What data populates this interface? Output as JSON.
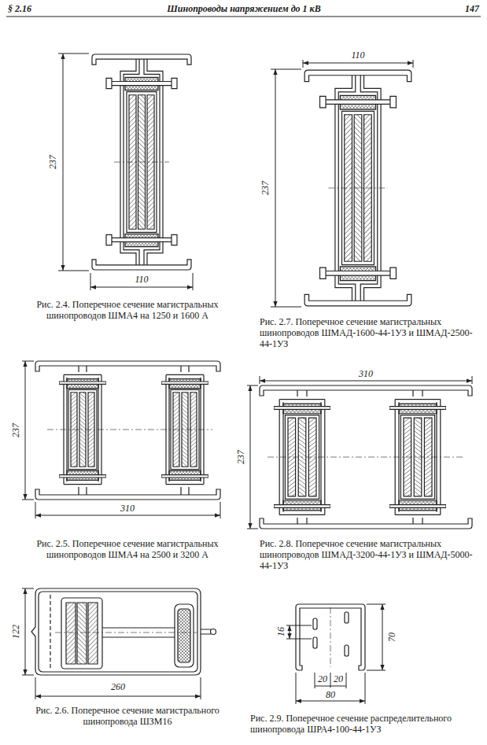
{
  "diagram": {
    "labels": [
      "§ 2.16",
      "Шинопроводы напряжением до 1 кВ",
      "147",
      "237",
      "110",
      "237",
      "110",
      "Рис. 2.4. Поперечное сечение магистральных шинопроводов ШМА4 на 1250 и 1600 А",
      "Рис. 2.7. Поперечное сечение магистральных шинопроводов ШМАД-1600-44-1УЗ и ШМАД-2500-44-1УЗ",
      "237",
      "310",
      "237",
      "310",
      "Рис. 2.5. Поперечное сечение магистральных шинопроводов ШМА4 на 2500 и 3200 А",
      "Рис. 2.8. Поперечное сечение магистральных шинопроводов ШМАД-3200-44-1УЗ и ШМАД-5000-44-1УЗ",
      "122",
      "16",
      "70",
      "20",
      "20",
      "80",
      "260",
      "Рис. 2.6. Поперечное сечение магистрального шинопровода ШЗМ16",
      "Рис. 2.9. Поперечное сечение распределительного шинопровода ШРА4-100-44-1УЗ"
    ]
  }
}
